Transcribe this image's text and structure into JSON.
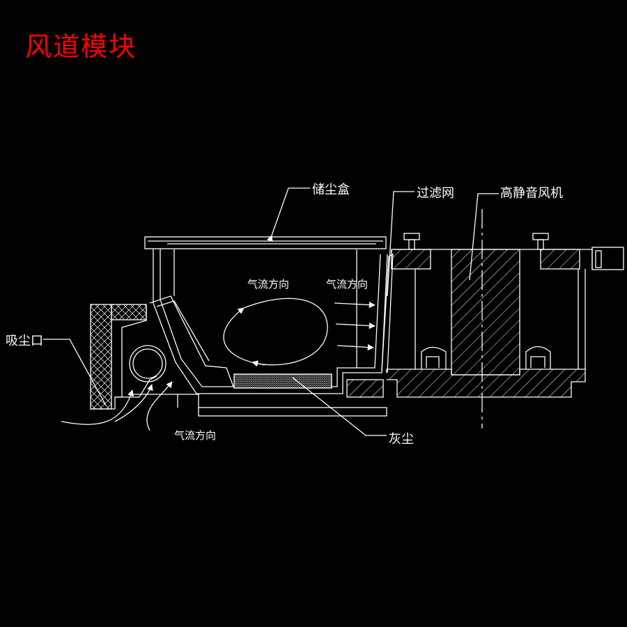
{
  "title": "风道模块",
  "labels": {
    "dust_box": "储尘盒",
    "filter": "过滤网",
    "fan": "高静音风机",
    "suction_inlet": "吸尘口",
    "dust": "灰尘",
    "airflow_1": "气流方向",
    "airflow_2": "气流方向",
    "airflow_3": "气流方向"
  },
  "colors": {
    "background": "#000000",
    "line": "#ffffff",
    "title": "#ff0000"
  }
}
